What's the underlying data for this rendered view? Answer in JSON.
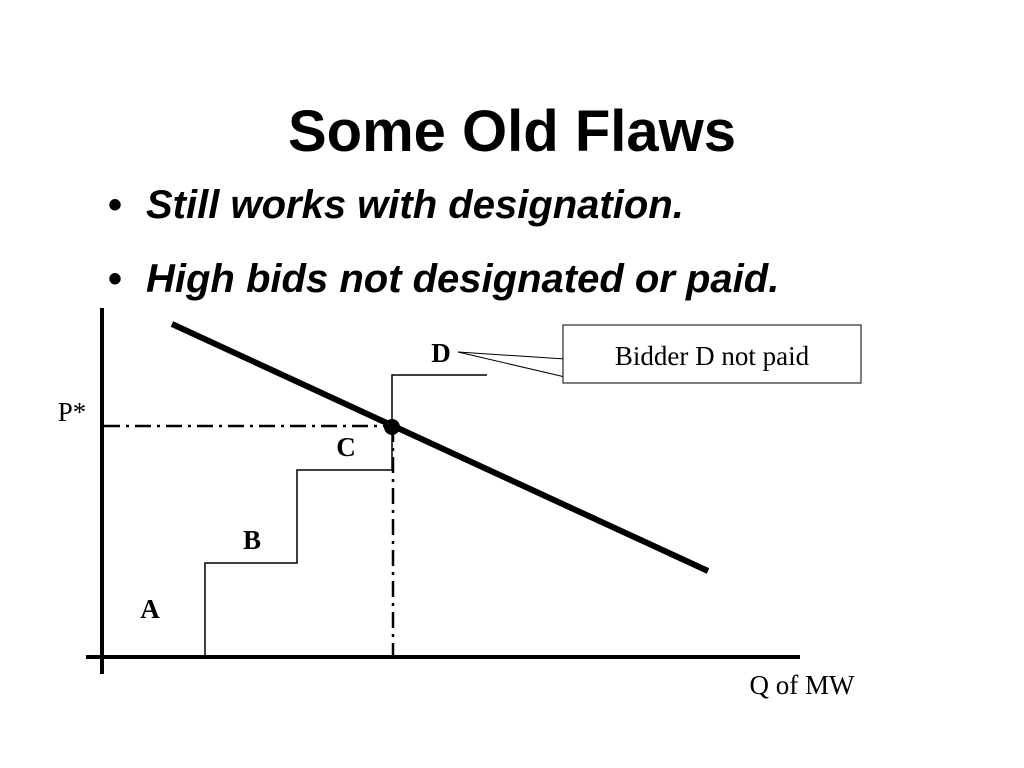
{
  "slide": {
    "title": "Some Old Flaws",
    "bullets": [
      "Still works with designation.",
      "High bids not designated or paid."
    ]
  },
  "diagram": {
    "bidder_labels": [
      "A",
      "B",
      "C",
      "D"
    ],
    "price_label": "P*",
    "quantity_label": "Q of MW",
    "callout_text": "Bidder D not paid"
  }
}
